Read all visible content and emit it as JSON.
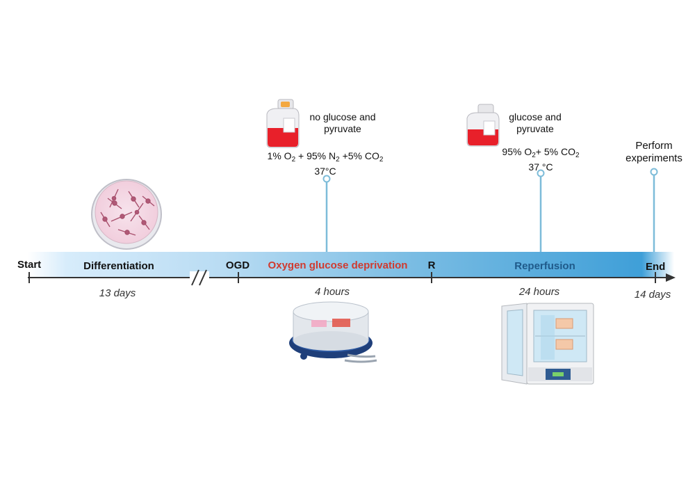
{
  "timeline": {
    "start": "Start",
    "end": "End",
    "markers": {
      "ogd": "OGD",
      "r": "R"
    },
    "phases": {
      "differentiation": "Differentiation",
      "ogd": "Oxygen glucose deprivation",
      "reperfusion": "Reperfusion"
    },
    "durations": {
      "differentiation": "13 days",
      "ogd": "4 hours",
      "reperfusion": "24 hours",
      "total": "14 days"
    }
  },
  "conditions": {
    "ogd": {
      "medium_line1": "no glucose and",
      "medium_line2": "pyruvate",
      "gas": {
        "o2_prefix": "1% O",
        "o2_sub": "2",
        "n2_prefix": " + 95% N",
        "n2_sub": "2",
        "co2_prefix": " +5% CO",
        "co2_sub": "2"
      },
      "temp": "37°C"
    },
    "reperfusion": {
      "medium_line1": "glucose and",
      "medium_line2": "pyruvate",
      "gas": {
        "o2_prefix": "95% O",
        "o2_sub": "2",
        "co2_prefix": "+ 5% CO",
        "co2_sub": "2"
      },
      "temp": "37 °C"
    },
    "end": {
      "line1": "Perform",
      "line2": "experiments"
    }
  },
  "colors": {
    "ogd_phase_text": "#d03a2f",
    "reperfusion_phase_text": "#1f5a8a",
    "pin": "#7dbcd9",
    "band_light": "#dcefff",
    "band_dark": "#4aa6dc",
    "medium_red": "#e8202a"
  },
  "icons": [
    "petri-dish-neurons",
    "medium-bottle",
    "hypoxia-chamber",
    "incubator"
  ]
}
